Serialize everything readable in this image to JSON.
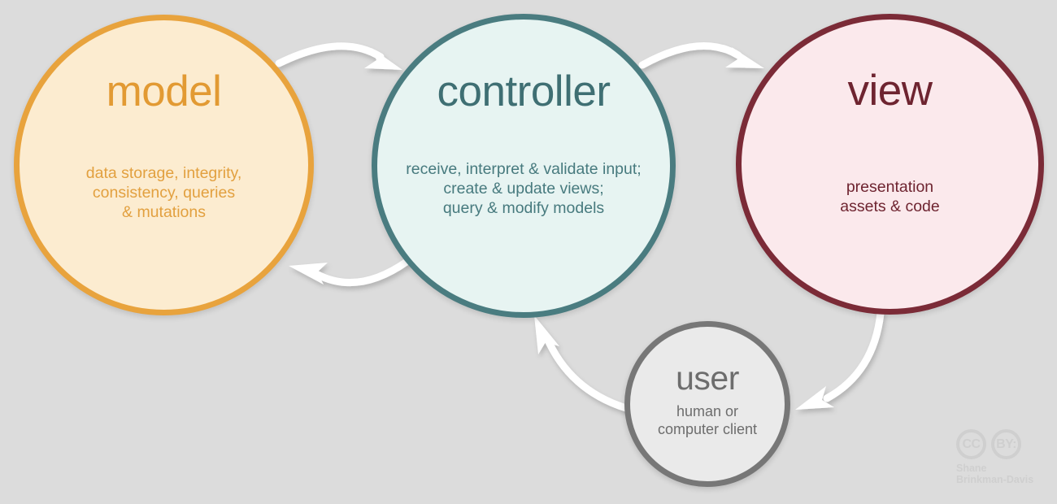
{
  "diagram": {
    "title": "MVC architecture diagram",
    "background_color": "#dcdcdc"
  },
  "nodes": {
    "model": {
      "title": "model",
      "subtitle": "data storage, integrity, consistency, queries & mutations",
      "subtitle_lines": [
        "data storage, integrity,",
        "consistency, queries",
        "& mutations"
      ],
      "fill_color": "#fcecd0",
      "border_color": "#e8a33d",
      "text_color": "#e29a33"
    },
    "controller": {
      "title": "controller",
      "subtitle": "receive, interpret & validate input; create & update views; query & modify models",
      "subtitle_lines": [
        "receive, interpret & validate input;",
        "create & update views;",
        "query & modify models"
      ],
      "fill_color": "#e7f4f2",
      "border_color": "#4a7c80",
      "text_color": "#3f6f73"
    },
    "view": {
      "title": "view",
      "subtitle": "presentation assets & code",
      "subtitle_lines": [
        "presentation",
        "assets & code"
      ],
      "fill_color": "#fbe9ec",
      "border_color": "#7b2b37",
      "text_color": "#6e2430"
    },
    "user": {
      "title": "user",
      "subtitle": "human or computer client",
      "subtitle_lines": [
        "human or",
        "computer client"
      ],
      "fill_color": "#eaeaea",
      "border_color": "#777777",
      "text_color": "#6d6d6d"
    }
  },
  "arrows": [
    {
      "name": "model-to-controller",
      "from": "model",
      "to": "controller",
      "color": "#ffffff"
    },
    {
      "name": "controller-to-model",
      "from": "controller",
      "to": "model",
      "color": "#ffffff"
    },
    {
      "name": "controller-to-view",
      "from": "controller",
      "to": "view",
      "color": "#ffffff"
    },
    {
      "name": "view-to-user",
      "from": "view",
      "to": "user",
      "color": "#ffffff"
    },
    {
      "name": "user-to-controller",
      "from": "user",
      "to": "controller",
      "color": "#ffffff"
    }
  ],
  "attribution": {
    "cc_mark": "CC",
    "by_mark": "BY:",
    "author_line_1": "Shane",
    "author_line_2": "Brinkman-Davis",
    "color": "#cfcfcf"
  }
}
